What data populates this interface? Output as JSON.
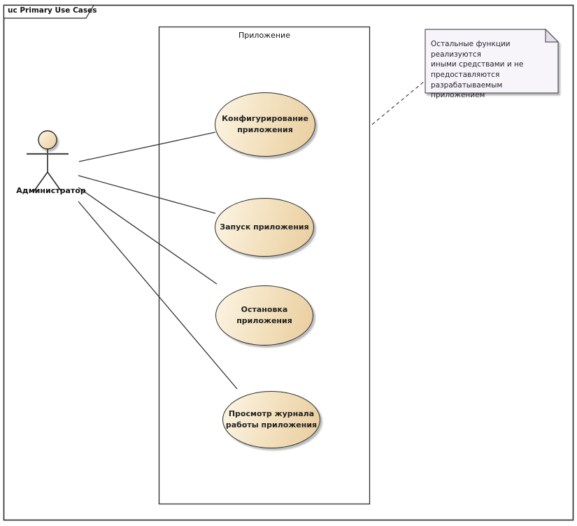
{
  "frame": {
    "title": "uc Primary Use Cases"
  },
  "system_boundary": {
    "label": "Приложение"
  },
  "actor": {
    "label": "Администратор"
  },
  "use_cases": [
    {
      "label": "Конфигурирование\nприложения"
    },
    {
      "label": "Запуск приложения"
    },
    {
      "label": "Остановка\nприложения"
    },
    {
      "label": "Просмотр журнала\nработы приложения"
    }
  ],
  "note": {
    "text": "Остальные функции реализуются\nиными средствами и не\nпредоставляются\nразрабатываемым приложением"
  },
  "colors": {
    "usecase_fill_light": "#FCF5E5",
    "usecase_fill_dark": "#E9CD9E",
    "usecase_border": "#2B2B2B",
    "note_fill": "#F7F4FA",
    "note_fold": "#E3DFEA",
    "frame_border": "#2B2B2B",
    "connector": "#333333",
    "shadow": "#969696"
  }
}
